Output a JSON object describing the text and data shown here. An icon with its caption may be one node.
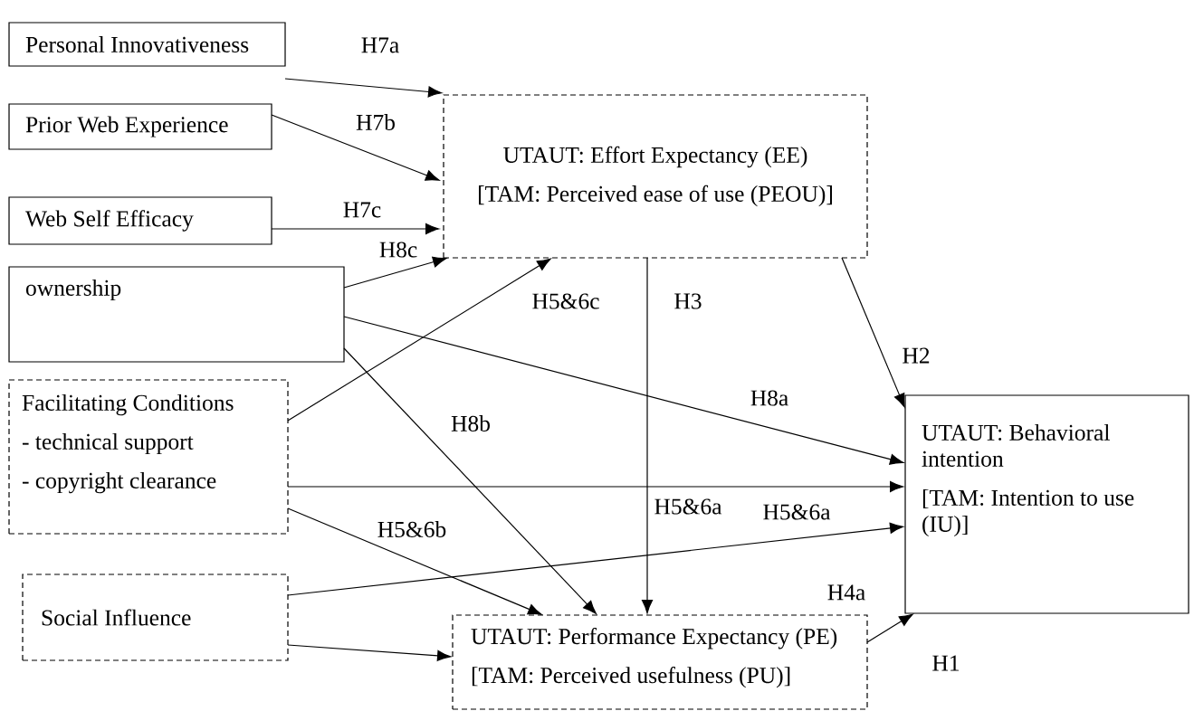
{
  "diagram": {
    "nodes": [
      {
        "text": [
          "Personal Innovativeness"
        ]
      },
      {
        "text": [
          "Prior Web Experience"
        ]
      },
      {
        "text": [
          "Web Self Efficacy"
        ]
      },
      {
        "text": [
          "ownership"
        ]
      },
      {
        "text": [
          "Facilitating Conditions",
          "- technical support",
          "- copyright clearance"
        ]
      },
      {
        "text": [
          "Social Influence"
        ]
      },
      {
        "text": [
          "UTAUT: Effort Expectancy (EE)",
          "[TAM: Perceived ease of use (PEOU)]"
        ]
      },
      {
        "text": [
          "UTAUT: Behavioral intention",
          "[TAM: Intention to use (IU)]"
        ]
      },
      {
        "text": [
          "UTAUT: Performance Expectancy (PE)",
          "[TAM: Perceived usefulness (PU)]"
        ]
      }
    ],
    "edges": [
      {
        "from": 0,
        "to": 6,
        "arrow": "to",
        "label": "H7a"
      },
      {
        "from": 1,
        "to": 6,
        "arrow": "to",
        "label": "H7b"
      },
      {
        "from": 2,
        "to": 6,
        "arrow": "to",
        "label": "H7c"
      },
      {
        "from": 3,
        "to": 6,
        "arrow": "to",
        "label": "H8c"
      },
      {
        "from": 4,
        "to": 6,
        "arrow": "to",
        "label": "H5&6c"
      },
      {
        "from": 6,
        "to": 8,
        "arrow": "to",
        "label": "H3"
      },
      {
        "from": 6,
        "to": 7,
        "arrow": "to",
        "label": "H2"
      },
      {
        "from": 3,
        "to": 7,
        "arrow": "to",
        "label": "H8a"
      },
      {
        "from": 4,
        "to": 7,
        "arrow": "to",
        "label": "H5&6a"
      },
      {
        "from": 5,
        "to": 7,
        "arrow": "to",
        "label": "H5&6a"
      },
      {
        "from": 4,
        "to": 8,
        "arrow": "to",
        "label": "H5&6b"
      },
      {
        "from": 3,
        "to": 8,
        "arrow": "to",
        "label": "H8b"
      },
      {
        "from": 5,
        "to": 8,
        "arrow": "to"
      },
      {
        "from": 8,
        "to": 7,
        "arrow": "to",
        "label": "H1"
      }
    ],
    "labels": [
      "H4a"
    ]
  }
}
